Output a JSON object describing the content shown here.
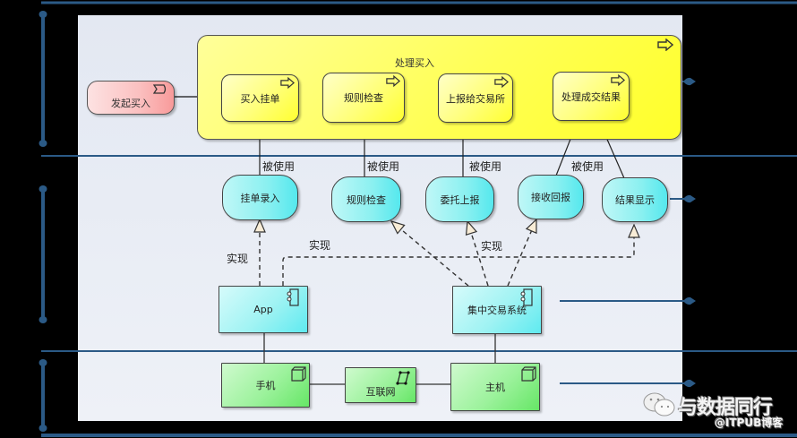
{
  "diagram": {
    "group": {
      "title": "处理买入",
      "icon": "process-arrow-icon"
    },
    "event": {
      "label": "发起买入",
      "icon": "event-icon"
    },
    "processes": [
      {
        "label": "买入挂单",
        "icon": "process-arrow-icon"
      },
      {
        "label": "规则检查",
        "icon": "process-arrow-icon"
      },
      {
        "label": "上报给交易所",
        "icon": "process-arrow-icon"
      },
      {
        "label": "处理成交结果",
        "icon": "process-arrow-icon"
      }
    ],
    "services": [
      {
        "label": "挂单录入"
      },
      {
        "label": "规则检查"
      },
      {
        "label": "委托上报"
      },
      {
        "label": "接收回报"
      },
      {
        "label": "结果显示"
      }
    ],
    "components": [
      {
        "label": "App",
        "icon": "component-icon"
      },
      {
        "label": "集中交易系统",
        "icon": "component-icon"
      }
    ],
    "nodes": [
      {
        "label": "手机",
        "icon": "device-icon"
      },
      {
        "label": "互联网",
        "icon": "network-icon"
      },
      {
        "label": "主机",
        "icon": "device-icon"
      }
    ],
    "relation_labels": {
      "used_by_1": "被使用",
      "used_by_2": "被使用",
      "used_by_3": "被使用",
      "used_by_4": "被使用",
      "realize_1": "实现",
      "realize_2": "实现",
      "realize_3": "实现"
    },
    "colors": {
      "layer_line": "#2b5a86",
      "process_fill": "#ffff55",
      "event_fill": "#fbc0c0",
      "service_fill": "#8af0f0",
      "node_fill": "#9cf29c"
    }
  },
  "watermark": {
    "title": "与数据同行",
    "source": "@ITPUB博客",
    "icon": "wechat-icon"
  }
}
